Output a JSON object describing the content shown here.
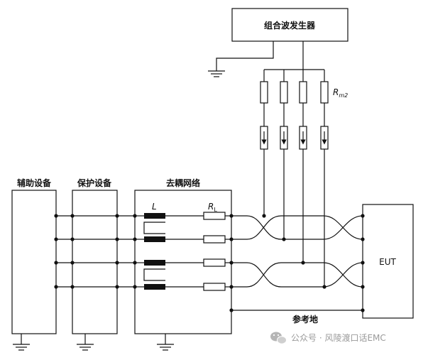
{
  "labels": {
    "generator": "组合波发生器",
    "aux": "辅助设备",
    "protect": "保护设备",
    "decouple": "去耦网络",
    "eut": "EUT",
    "ref_ground": "参考地",
    "L": "L",
    "RL_main": "R",
    "RL_sub": "L",
    "Rm2_main": "R",
    "Rm2_sub": "m2"
  },
  "watermark": {
    "text": "公众号 · 风陵渡口话EMC",
    "icon": "wechat-icon"
  },
  "colors": {
    "line": "#111111",
    "watermark": "#9a9a9a"
  }
}
